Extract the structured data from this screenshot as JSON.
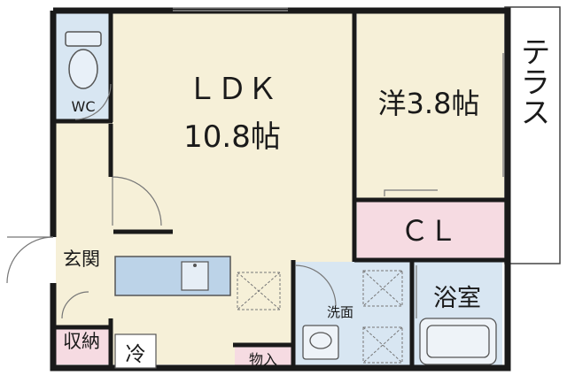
{
  "rooms": {
    "ldk_label": "ＬＤＫ",
    "ldk_size": "10.8帖",
    "western_room": "洋3.8帖",
    "terrace": "テラス",
    "closet": "ＣＬ",
    "wc": "WC",
    "entrance": "玄関",
    "storage": "収納",
    "bath": "浴室",
    "washroom": "洗面",
    "refrigerator": "冷",
    "storeroom": "物入"
  },
  "colors": {
    "floor": "#f6f0d8",
    "wet_area": "#d8e6f2",
    "storage": "#f6dbe2",
    "wall": "#1a1a1a",
    "counter": "#bcd3e8"
  }
}
